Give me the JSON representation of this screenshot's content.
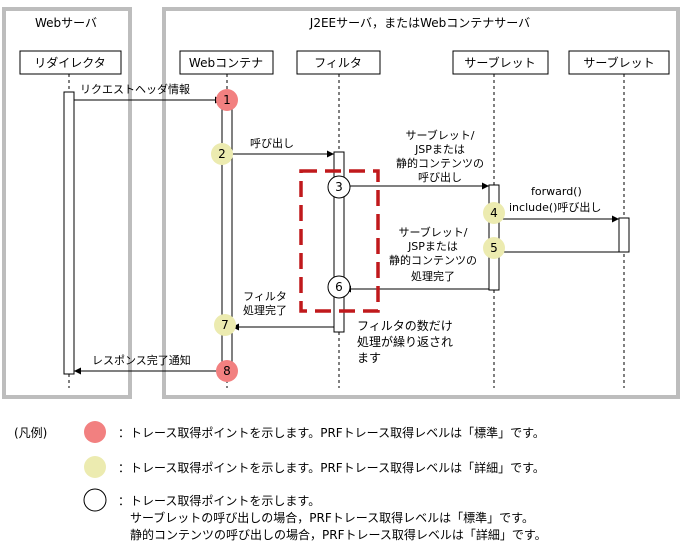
{
  "regions": {
    "web_server": "Webサーバ",
    "j2ee_server": "J2EEサーバ，またはWebコンテナサーバ"
  },
  "lifelines": {
    "redirector": "リダイレクタ",
    "web_container": "Webコンテナ",
    "filter": "フィルタ",
    "servlet1": "サーブレット",
    "servlet2": "サーブレット"
  },
  "messages": {
    "request_header": "リクエストヘッダ情報",
    "call": "呼び出し",
    "servlet_jsp_call": [
      "サーブレット/",
      "JSPまたは",
      "静的コンテンツの",
      "呼び出し"
    ],
    "forward": [
      "forward()",
      "include()呼び出し"
    ],
    "servlet_jsp_done": [
      "サーブレット/",
      "JSPまたは",
      "静的コンテンツの",
      "処理完了"
    ],
    "filter_done": [
      "フィルタ",
      "処理完了"
    ],
    "filter_repeat": [
      "フィルタの数だけ",
      "処理が繰り返され",
      "ます"
    ],
    "response_done": "レスポンス完了通知"
  },
  "points": [
    "1",
    "2",
    "3",
    "4",
    "5",
    "6",
    "7",
    "8"
  ],
  "legend": {
    "title": "(凡例)",
    "standard": "：トレース取得ポイントを示します。PRFトレース取得レベルは「標準」です。",
    "detail": "：トレース取得ポイントを示します。PRFトレース取得レベルは「詳細」です。",
    "other": [
      "：トレース取得ポイントを示します。",
      "サーブレットの呼び出しの場合，PRFトレース取得レベルは「標準」です。",
      "静的コンテンツの呼び出しの場合，PRFトレース取得レベルは「詳細」です。"
    ]
  },
  "colors": {
    "standard": "#f28080",
    "detail": "#ecebb0",
    "other": "#ffffff",
    "region_border": "#bdbdbd",
    "repeat_box": "#c0191c"
  }
}
